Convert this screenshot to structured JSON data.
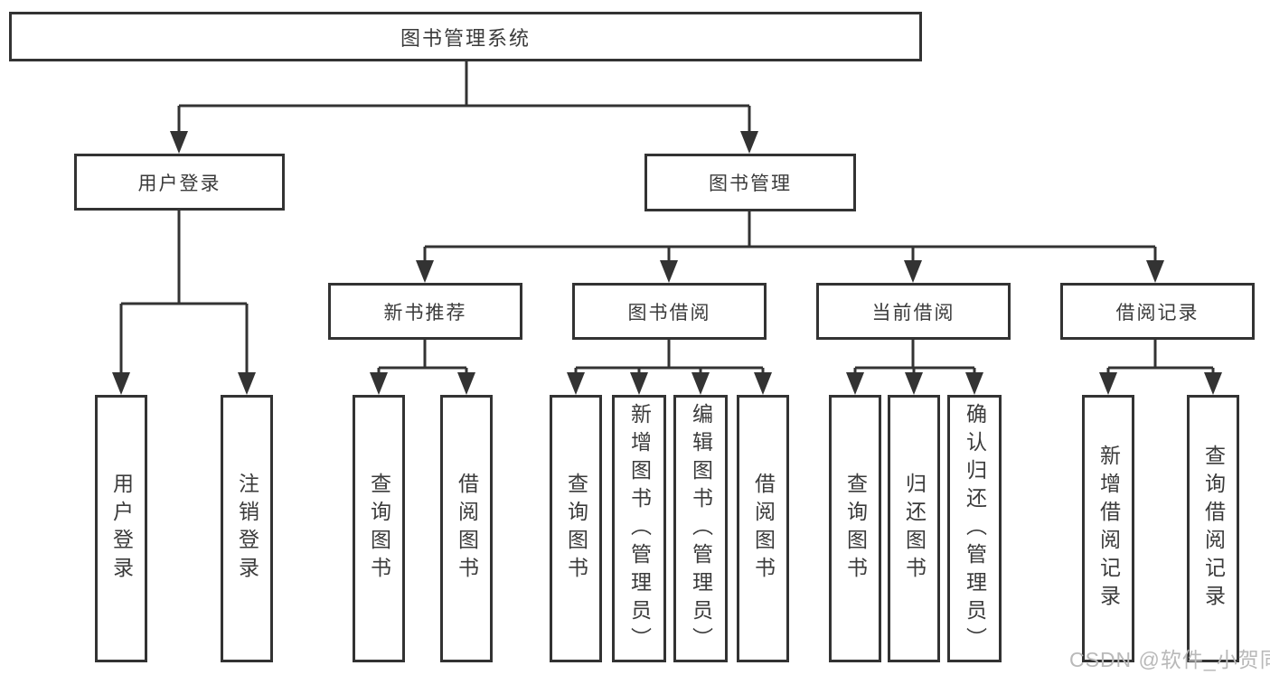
{
  "diagram": {
    "type": "tree",
    "root": {
      "label": "图书管理系统"
    },
    "branches": [
      {
        "label": "用户登录",
        "children": [
          {
            "label": "用户登录"
          },
          {
            "label": "注销登录"
          }
        ]
      },
      {
        "label": "图书管理",
        "children": [
          {
            "label": "新书推荐",
            "children": [
              {
                "label": "查询图书"
              },
              {
                "label": "借阅图书"
              }
            ]
          },
          {
            "label": "图书借阅",
            "children": [
              {
                "label": "查询图书"
              },
              {
                "label": "新增图书（管理员）"
              },
              {
                "label": "编辑图书（管理员）"
              },
              {
                "label": "借阅图书"
              }
            ]
          },
          {
            "label": "当前借阅",
            "children": [
              {
                "label": "查询图书"
              },
              {
                "label": "归还图书"
              },
              {
                "label": "确认归还（管理员）"
              }
            ]
          },
          {
            "label": "借阅记录",
            "children": [
              {
                "label": "新增借阅记录"
              },
              {
                "label": "查询借阅记录"
              }
            ]
          }
        ]
      }
    ],
    "colors": {
      "line": "#333333",
      "box_border": "#333333",
      "box_fill": "#ffffff",
      "text": "#3b3b3b",
      "watermark": "#b9b9b9",
      "background": "#ffffff"
    }
  },
  "watermark": {
    "text": "CSDN @软件_小贺同学"
  }
}
